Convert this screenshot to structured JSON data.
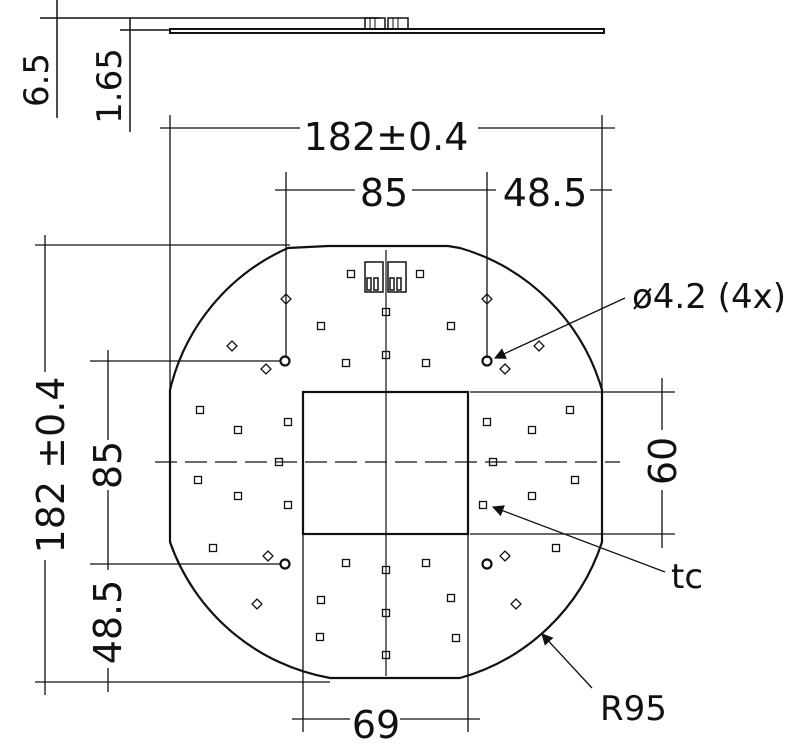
{
  "colors": {
    "line": "#111111",
    "background": "#ffffff"
  },
  "side_view": {
    "dim_total_thickness": "6.5",
    "dim_board_thickness": "1.65"
  },
  "top_view": {
    "dim_overall_width": "182±0.4",
    "dim_hole_spacing_x": "85",
    "dim_hole_offset_right": "48.5",
    "dim_overall_height": "182 ±0.4",
    "dim_hole_spacing_y": "85",
    "dim_hole_offset_bottom": "48.5",
    "dim_center_height": "60",
    "dim_center_width": "69",
    "label_hole": "ø4.2 (4x)",
    "label_tc": "tc",
    "label_radius": "R95"
  }
}
